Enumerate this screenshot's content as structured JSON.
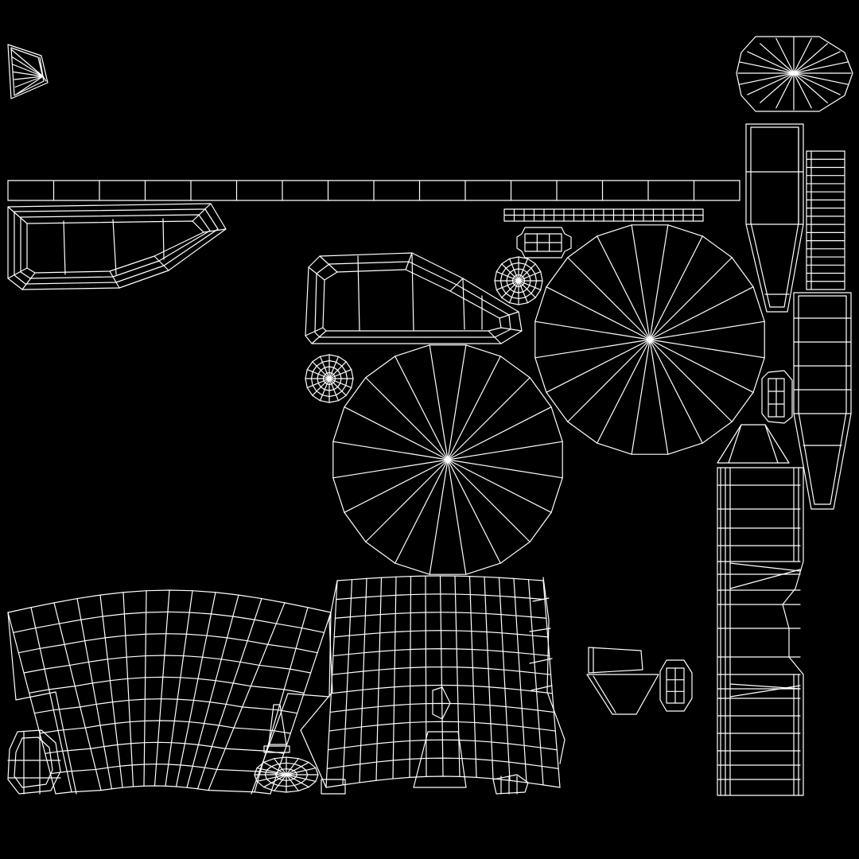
{
  "texture_layout": {
    "background_color": "#000000",
    "wire_color": "#ffffff",
    "islands": [
      {
        "name": "cone-small-island",
        "kind": "fan"
      },
      {
        "name": "octagon-fan-island",
        "kind": "fan"
      },
      {
        "name": "long-strip-island",
        "kind": "grid"
      },
      {
        "name": "short-strip-island",
        "kind": "grid"
      },
      {
        "name": "panel-left-island",
        "kind": "loop"
      },
      {
        "name": "panel-center-island",
        "kind": "loop"
      },
      {
        "name": "box-small-island",
        "kind": "grid"
      },
      {
        "name": "small-disc-upper-island",
        "kind": "disc"
      },
      {
        "name": "small-disc-lower-island",
        "kind": "disc"
      },
      {
        "name": "large-disc-upper-island",
        "kind": "fan"
      },
      {
        "name": "large-disc-lower-island",
        "kind": "fan"
      },
      {
        "name": "tapered-column-upper-island",
        "kind": "loop"
      },
      {
        "name": "ladder-strip-island",
        "kind": "grid"
      },
      {
        "name": "tapered-column-lower-island",
        "kind": "loop"
      },
      {
        "name": "small-block-island",
        "kind": "grid"
      },
      {
        "name": "tall-column-island",
        "kind": "grid"
      },
      {
        "name": "bottom-left-grid-island",
        "kind": "grid"
      },
      {
        "name": "bottom-center-grid-island",
        "kind": "grid"
      },
      {
        "name": "bottom-small-pieces-island",
        "kind": "misc"
      }
    ]
  }
}
